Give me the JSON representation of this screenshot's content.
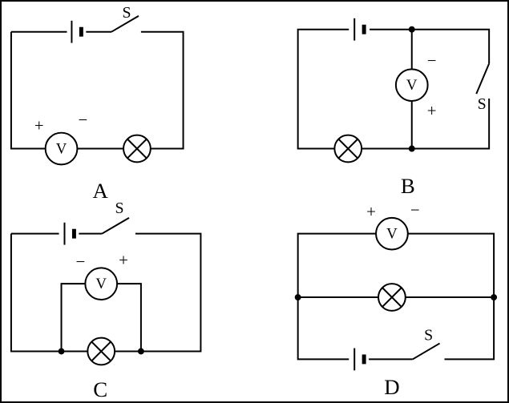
{
  "figure": {
    "background_color": "#ffffff",
    "line_color": "#000000"
  },
  "circuits": [
    {
      "label": "A",
      "switch_label": "S",
      "meter_label": "V",
      "plus": "+",
      "minus": "−"
    },
    {
      "label": "B",
      "switch_label": "S",
      "meter_label": "V",
      "plus": "+",
      "minus": "−"
    },
    {
      "label": "C",
      "switch_label": "S",
      "meter_label": "V",
      "plus": "+",
      "minus": "−"
    },
    {
      "label": "D",
      "switch_label": "S",
      "meter_label": "V",
      "plus": "+",
      "minus": "−"
    }
  ]
}
